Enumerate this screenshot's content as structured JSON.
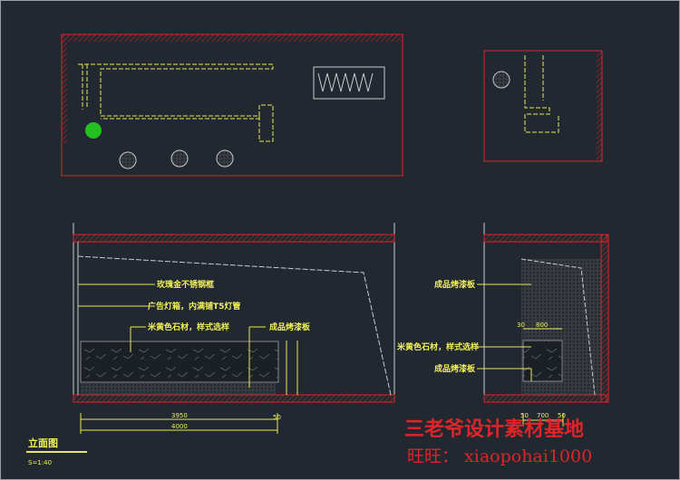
{
  "drawing": {
    "labels": {
      "frame": "玫瑰金不锈钢框",
      "lightbox": "广告灯箱，内满铺T5灯管",
      "stone": "米黄色石材，样式选样",
      "panel": "成品烤漆板"
    },
    "dims_front": {
      "inner": "3950",
      "end": "50",
      "total": "4000"
    },
    "dims_side": {
      "top_a": "30",
      "top_b": "800",
      "bot_a": "50",
      "bot_b": "700",
      "bot_c": "50"
    },
    "title": "立面图",
    "scale": "S=1:40"
  },
  "watermark": {
    "line1": "三老爷设计素材基地",
    "line2": "旺旺： xiaopohai1000"
  },
  "colors": {
    "background": "#212830",
    "wall": "#e0242a",
    "annotation": "#f2f25a",
    "line": "#c8ccd0"
  }
}
